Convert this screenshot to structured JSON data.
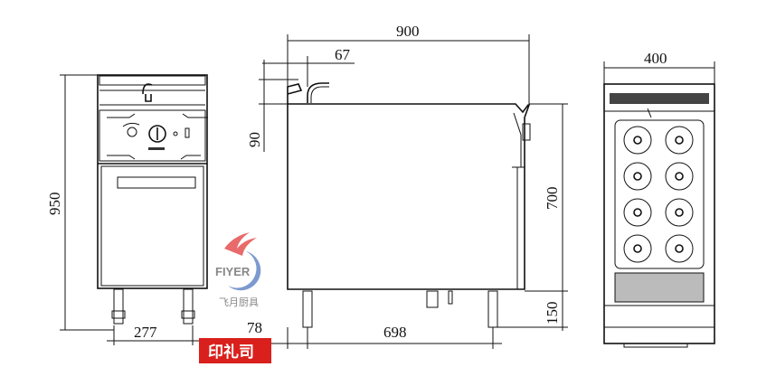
{
  "dimensions": {
    "front_height": "950",
    "front_leg_width": "277",
    "side_width": "900",
    "side_splash_depth": "67",
    "side_splash_height": "90",
    "side_body_height": "700",
    "side_leg_height": "150",
    "side_front_offset": "78",
    "side_leg_span": "698",
    "top_width": "400"
  },
  "logo": {
    "brand": "FIYER",
    "brand_cn": "飞月厨具"
  },
  "stamp": {
    "text": "印礼司"
  },
  "colors": {
    "line": "#111111",
    "stamp_red": "#d9201c",
    "logo_red": "#e86a6a",
    "logo_blue": "#7d9ad0"
  }
}
